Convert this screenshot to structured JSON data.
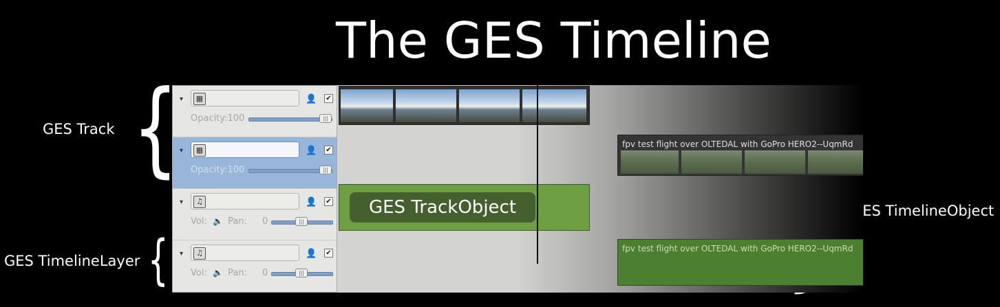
{
  "title": "The GES Timeline",
  "annotations": {
    "track": "GES Track",
    "layer": "GES TimelineLayer",
    "track_object": "GES TrackObject",
    "timeline_object": "GES TimelineObject"
  },
  "layers": [
    {
      "control_label": "Opacity:100",
      "selected": false,
      "checked": true,
      "slider_level": 0.95
    },
    {
      "control_label": "Opacity:100",
      "selected": true,
      "checked": true,
      "slider_level": 0.95
    },
    {
      "vol_label": "Vol:",
      "pan_label": "Pan:",
      "pan_value": "0",
      "checked": true
    },
    {
      "vol_label": "Vol:",
      "pan_label": "Pan:",
      "pan_value": "0",
      "checked": true
    }
  ],
  "clips": {
    "video_clip_2_caption": "fpv test flight over OLTEDAL with GoPro HERO2--UqmRd",
    "audio_clip_2_caption": "fpv test flight over OLTEDAL with GoPro HERO2--UqmRd"
  },
  "icons": {
    "expand": "▾",
    "check": "✔",
    "person": "👤",
    "speaker": "🔈",
    "video_track": "▦",
    "audio_track": "♫"
  },
  "colors": {
    "selection": "#97b6da",
    "audio_clip": "#6ea043",
    "audio_clip_dark": "#4c8030"
  }
}
